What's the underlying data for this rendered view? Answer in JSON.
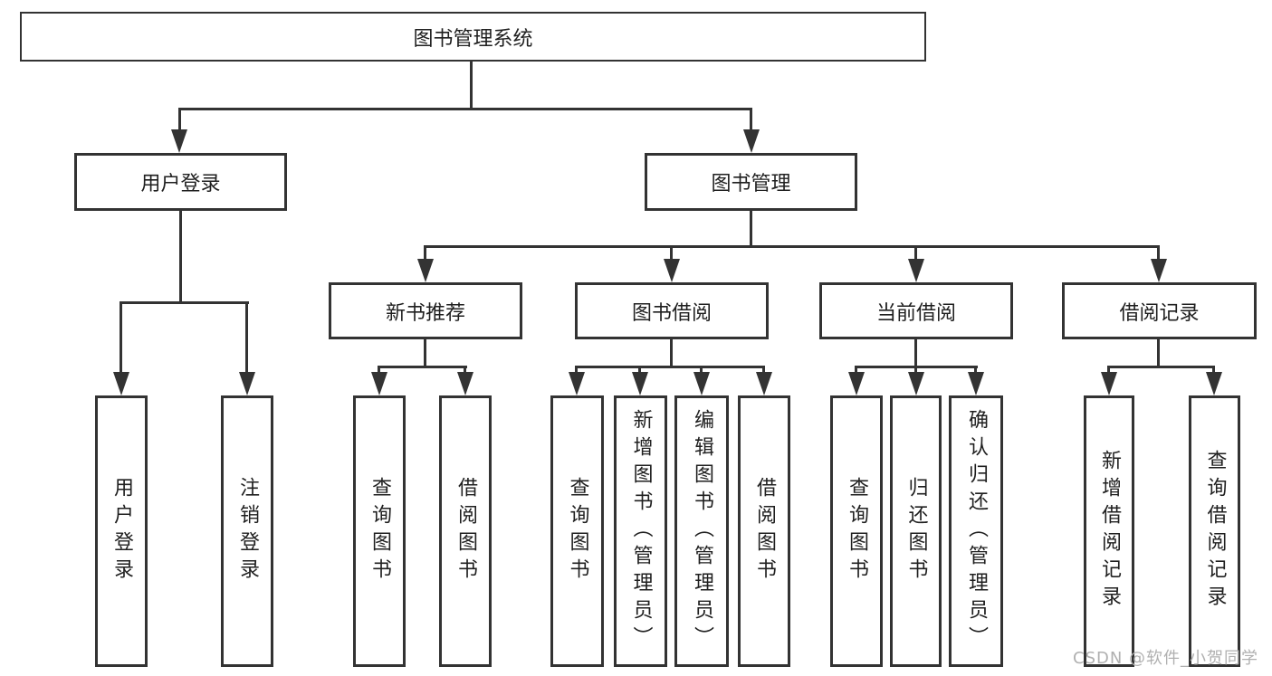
{
  "tree": {
    "label": "图书管理系统",
    "children": [
      {
        "label": "用户登录",
        "children": [
          {
            "label": "用户登录"
          },
          {
            "label": "注销登录"
          }
        ]
      },
      {
        "label": "图书管理",
        "children": [
          {
            "label": "新书推荐",
            "children": [
              {
                "label": "查询图书"
              },
              {
                "label": "借阅图书"
              }
            ]
          },
          {
            "label": "图书借阅",
            "children": [
              {
                "label": "查询图书"
              },
              {
                "label": "新增图书（管理员）"
              },
              {
                "label": "编辑图书（管理员）"
              },
              {
                "label": "借阅图书"
              }
            ]
          },
          {
            "label": "当前借阅",
            "children": [
              {
                "label": "查询图书"
              },
              {
                "label": "归还图书"
              },
              {
                "label": "确认归还（管理员）"
              }
            ]
          },
          {
            "label": "借阅记录",
            "children": [
              {
                "label": "新增借阅记录"
              },
              {
                "label": "查询借阅记录"
              }
            ]
          }
        ]
      }
    ]
  },
  "watermark": "CSDN @软件_小贺同学",
  "colors": {
    "line": "#333333",
    "text": "#1f1f1f",
    "watermark": "#b0b0b0",
    "background": "#ffffff"
  }
}
